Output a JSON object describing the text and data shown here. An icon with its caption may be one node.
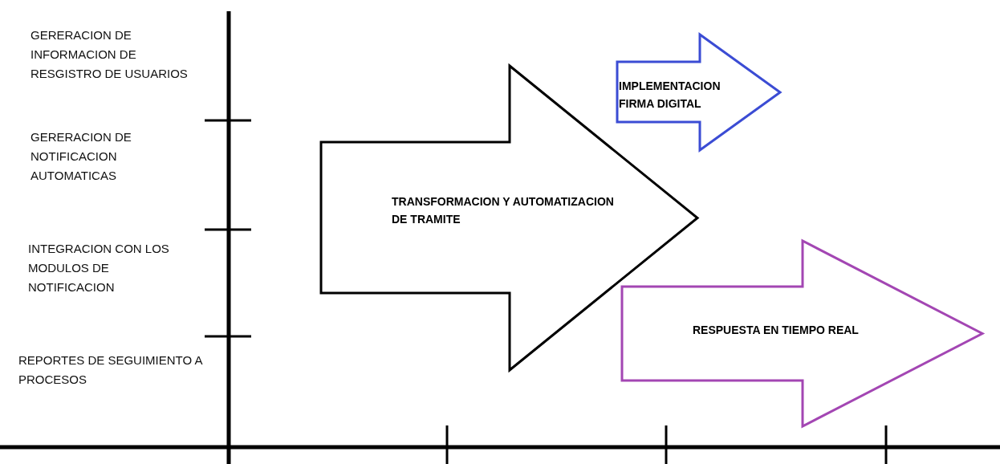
{
  "diagram": {
    "nodes": [
      {
        "text": [
          "TRANSFORMACION Y AUTOMATIZACION DE TRAMITE"
        ]
      },
      {
        "text": [
          "IMPLEMENTACION FIRMA DIGITAL"
        ]
      },
      {
        "text": [
          "RESPUESTA EN TIEMPO REAL"
        ]
      }
    ],
    "labels": [
      "GERERACION DE INFORMACION DE RESGISTRO DE USUARIOS",
      "GERERACION DE NOTIFICACION AUTOMATICAS",
      "INTEGRACION CON LOS MODULOS DE NOTIFICACION",
      "REPORTES DE SEGUIMIENTO A PROCESOS"
    ]
  }
}
